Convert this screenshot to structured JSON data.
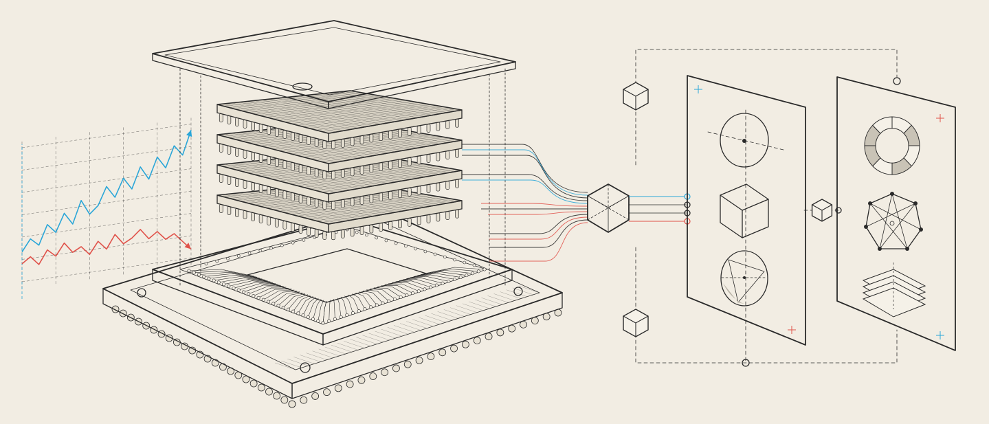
{
  "colors": {
    "paper": "#f2ede3",
    "ink": "#2a2a2a",
    "accent_blue": "#2aa6d8",
    "accent_red": "#e0524a"
  },
  "chart_data": {
    "type": "line",
    "title": "",
    "xlabel": "",
    "ylabel": "",
    "grid": true,
    "legend": "none",
    "x": [
      0,
      1,
      2,
      3,
      4,
      5,
      6,
      7,
      8,
      9,
      10,
      11,
      12,
      13,
      14,
      15,
      16,
      17,
      18,
      19,
      20
    ],
    "series": [
      {
        "color": "#2aa6d8",
        "values": [
          2.0,
          2.8,
          2.3,
          3.6,
          3.0,
          4.2,
          3.4,
          4.9,
          3.9,
          4.4,
          5.6,
          4.8,
          6.0,
          5.2,
          6.6,
          5.7,
          7.1,
          6.3,
          7.7,
          7.0,
          8.6
        ]
      },
      {
        "color": "#e0524a",
        "values": [
          1.2,
          1.6,
          1.0,
          1.9,
          1.4,
          2.2,
          1.5,
          1.8,
          1.2,
          2.0,
          1.4,
          2.3,
          1.6,
          1.9,
          2.4,
          1.7,
          2.1,
          1.5,
          1.8,
          1.2,
          0.6
        ]
      }
    ]
  }
}
